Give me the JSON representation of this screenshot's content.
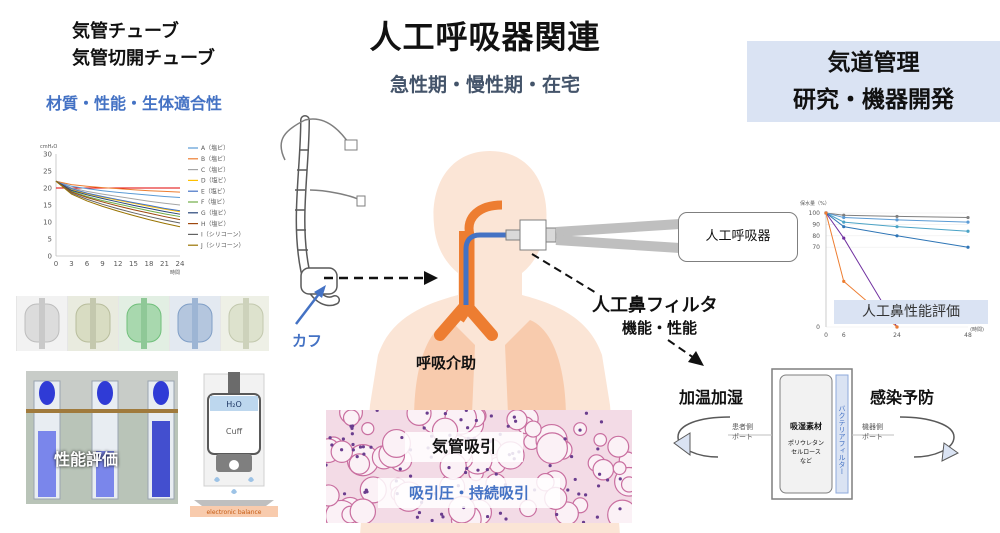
{
  "header": {
    "title": "人工呼吸器関連",
    "subtitle": "急性期・慢性期・在宅"
  },
  "tube_section": {
    "title_line1": "気管チューブ",
    "title_line2": "気管切開チューブ",
    "subtitle": "材質・性能・生体適合性"
  },
  "airway_box": {
    "line1": "気道管理",
    "line2": "研究・機器開発"
  },
  "labels": {
    "cuff": "カフ",
    "resp_assist": "呼吸介助",
    "suction": "気管吸引",
    "suction_sub": "吸引圧・持続吸引",
    "performance_eval": "性能評価",
    "nose_filter": "人工鼻フィルタ",
    "nose_filter_sub": "機能・性能",
    "humidification": "加温加湿",
    "infection_prevention": "感染予防",
    "nose_perf_eval": "人工鼻性能評価",
    "ventilator": "人工呼吸器"
  },
  "apparatus": {
    "h2o": "H₂O",
    "cuff": "Cuff",
    "balance": "electronic balance"
  },
  "filter_diagram": {
    "patient_port": [
      "患者側",
      "ポート"
    ],
    "device_port": [
      "機器側",
      "ポート"
    ],
    "hygro_title": "吸湿素材",
    "hygro_lines": [
      "ポリウレタン",
      "セルロース",
      "など"
    ],
    "bacteria_filter": "バクテリアフィルター"
  },
  "colors": {
    "accent_blue": "#4472c4",
    "navy": "#44546a",
    "box_fill": "#dae3f3",
    "body": "#fbe5d6",
    "trachea": "#ed7d31",
    "tube": "#4472c4"
  },
  "chart_data": [
    {
      "type": "line",
      "ylabel": "cmH₂O",
      "xlabel": "時間",
      "ylim": [
        0,
        30
      ],
      "yticks": [
        0,
        5,
        10,
        15,
        20,
        25,
        30
      ],
      "x": [
        0,
        3,
        6,
        9,
        12,
        15,
        18,
        21,
        24
      ],
      "reference": 20,
      "series": [
        {
          "name": "A（塩ビ）",
          "color": "#5b9bd5",
          "values": [
            22,
            20.5,
            19.8,
            19.2,
            18.7,
            18.3,
            17.9,
            17.5,
            17.2
          ]
        },
        {
          "name": "B（塩ビ）",
          "color": "#ed7d31",
          "values": [
            22,
            21,
            20.5,
            20.1,
            19.8,
            19.5,
            19.2,
            19,
            18.8
          ]
        },
        {
          "name": "C（塩ビ）",
          "color": "#a5a5a5",
          "values": [
            22,
            20,
            19,
            18.2,
            17.5,
            16.8,
            16.1,
            15.5,
            15
          ]
        },
        {
          "name": "D（塩ビ）",
          "color": "#ffc000",
          "values": [
            22,
            19.5,
            18.3,
            17.3,
            16.4,
            15.5,
            14.6,
            13.8,
            13
          ]
        },
        {
          "name": "E（塩ビ）",
          "color": "#4472c4",
          "values": [
            22,
            19.8,
            18.5,
            17.5,
            16.6,
            15.7,
            14.9,
            14,
            13.3
          ]
        },
        {
          "name": "F（塩ビ）",
          "color": "#70ad47",
          "values": [
            22,
            19,
            17.5,
            16.3,
            15.3,
            14.3,
            13.3,
            12.4,
            11.6
          ]
        },
        {
          "name": "G（塩ビ）",
          "color": "#264478",
          "values": [
            22,
            19.3,
            18,
            16.9,
            15.9,
            14.9,
            14,
            13.1,
            12.3
          ]
        },
        {
          "name": "H（塩ビ）",
          "color": "#9e480e",
          "values": [
            22,
            18.8,
            17.2,
            15.9,
            14.7,
            13.6,
            12.6,
            11.6,
            10.7
          ]
        },
        {
          "name": "I（シリコーン）",
          "color": "#636363",
          "values": [
            22,
            18.5,
            16.7,
            15.2,
            13.9,
            12.7,
            11.6,
            10.6,
            9.7
          ]
        },
        {
          "name": "J（シリコーン）",
          "color": "#997300",
          "values": [
            22,
            18.2,
            16.2,
            14.6,
            13.2,
            11.9,
            10.7,
            9.6,
            8.6
          ]
        }
      ]
    },
    {
      "type": "line",
      "ylabel": "保水量（%）",
      "xlabel": "(時間)",
      "ylim": [
        0,
        100
      ],
      "yticks": [
        0,
        70,
        80,
        90,
        100
      ],
      "x": [
        0,
        6,
        24,
        48
      ],
      "series": [
        {
          "color": "#7f7f7f",
          "values": [
            100,
            98,
            97,
            96
          ]
        },
        {
          "color": "#5b9bd5",
          "values": [
            100,
            96,
            94,
            92
          ]
        },
        {
          "color": "#4aa3c6",
          "values": [
            100,
            92,
            88,
            84
          ]
        },
        {
          "color": "#2e75b6",
          "values": [
            100,
            88,
            80,
            70
          ]
        },
        {
          "color": "#7030a0",
          "values": [
            100,
            78,
            0
          ]
        },
        {
          "color": "#ed7d31",
          "values": [
            100,
            40,
            0
          ]
        }
      ]
    }
  ]
}
